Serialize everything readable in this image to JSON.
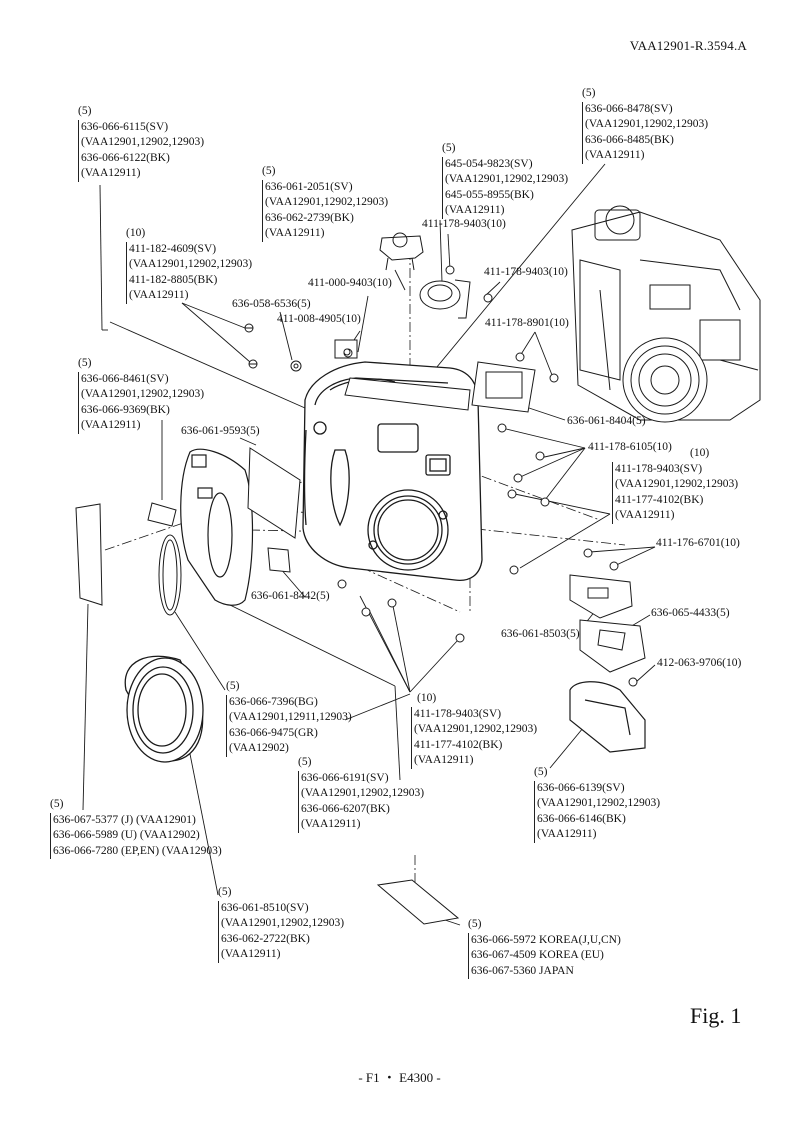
{
  "header": {
    "doc_ref": "VAA12901-R.3594.A"
  },
  "footer": {
    "page": "- F1 ・ E4300 -",
    "figure": "Fig. 1"
  },
  "callouts": [
    {
      "id": "c1",
      "qty": "(5)",
      "lines": [
        "636-066-6115(SV)",
        "(VAA12901,12902,12903)",
        "636-066-6122(BK)",
        "(VAA12911)"
      ]
    },
    {
      "id": "c2",
      "qty": "(5)",
      "lines": [
        "636-061-2051(SV)",
        "(VAA12901,12902,12903)",
        "636-062-2739(BK)",
        "(VAA12911)"
      ]
    },
    {
      "id": "c3",
      "qty": "(5)",
      "lines": [
        "645-054-9823(SV)",
        "(VAA12901,12902,12903)",
        "645-055-8955(BK)",
        "(VAA12911)"
      ]
    },
    {
      "id": "c4",
      "qty": "(5)",
      "lines": [
        "636-066-8478(SV)",
        "(VAA12901,12902,12903)",
        "636-066-8485(BK)",
        "(VAA12911)"
      ]
    },
    {
      "id": "c5",
      "qty": "(10)",
      "lines": [
        "411-182-4609(SV)",
        "(VAA12901,12902,12903)",
        "411-182-8805(BK)",
        "(VAA12911)"
      ]
    },
    {
      "id": "c6",
      "qty": "(5)",
      "lines": [
        "636-066-8461(SV)",
        "(VAA12901,12902,12903)",
        "636-066-9369(BK)",
        "(VAA12911)"
      ]
    },
    {
      "id": "c7",
      "qty": "(10)",
      "lines": [
        "411-178-9403(SV)",
        "(VAA12901,12902,12903)",
        "411-177-4102(BK)",
        "(VAA12911)"
      ]
    },
    {
      "id": "c8",
      "qty": "(5)",
      "lines": [
        "636-066-7396(BG)",
        "(VAA12901,12911,12903)",
        "636-066-9475(GR)",
        "(VAA12902)"
      ]
    },
    {
      "id": "c9",
      "qty": "(10)",
      "lines": [
        "411-178-9403(SV)",
        "(VAA12901,12902,12903)",
        "411-177-4102(BK)",
        "(VAA12911)"
      ]
    },
    {
      "id": "c10",
      "qty": "(5)",
      "lines": [
        "636-066-6191(SV)",
        "(VAA12901,12902,12903)",
        "636-066-6207(BK)",
        "(VAA12911)"
      ]
    },
    {
      "id": "c11",
      "qty": "(5)",
      "lines": [
        "636-066-6139(SV)",
        "(VAA12901,12902,12903)",
        "636-066-6146(BK)",
        "(VAA12911)"
      ]
    },
    {
      "id": "c12",
      "qty": "(5)",
      "lines": [
        "636-067-5377  (J) (VAA12901)",
        "636-066-5989 (U)  (VAA12902)",
        "636-066-7280 (EP,EN) (VAA12903)"
      ]
    },
    {
      "id": "c13",
      "qty": "(5)",
      "lines": [
        "636-061-8510(SV)",
        "(VAA12901,12902,12903)",
        "636-062-2722(BK)",
        "(VAA12911)"
      ]
    },
    {
      "id": "c14",
      "qty": "(5)",
      "lines": [
        "636-066-5972  KOREA(J,U,CN)",
        "636-067-4509  KOREA (EU)",
        "636-067-5360 JAPAN"
      ]
    }
  ],
  "singles": {
    "s1": "411-178-9403(10)",
    "s2": "411-178-9403(10)",
    "s3": "411-000-9403(10)",
    "s4": "636-058-6536(5)",
    "s5": "411-008-4905(10)",
    "s6": "411-178-8901(10)",
    "s7": "636-061-8404(5)",
    "s8": "636-061-9593(5)",
    "s9": "411-178-6105(10)",
    "s10": "411-176-6701(10)",
    "s11": "636-061-8442(5)",
    "s12": "636-061-8503(5)",
    "s13": "636-065-4433(5)",
    "s14": "412-063-9706(10)"
  }
}
